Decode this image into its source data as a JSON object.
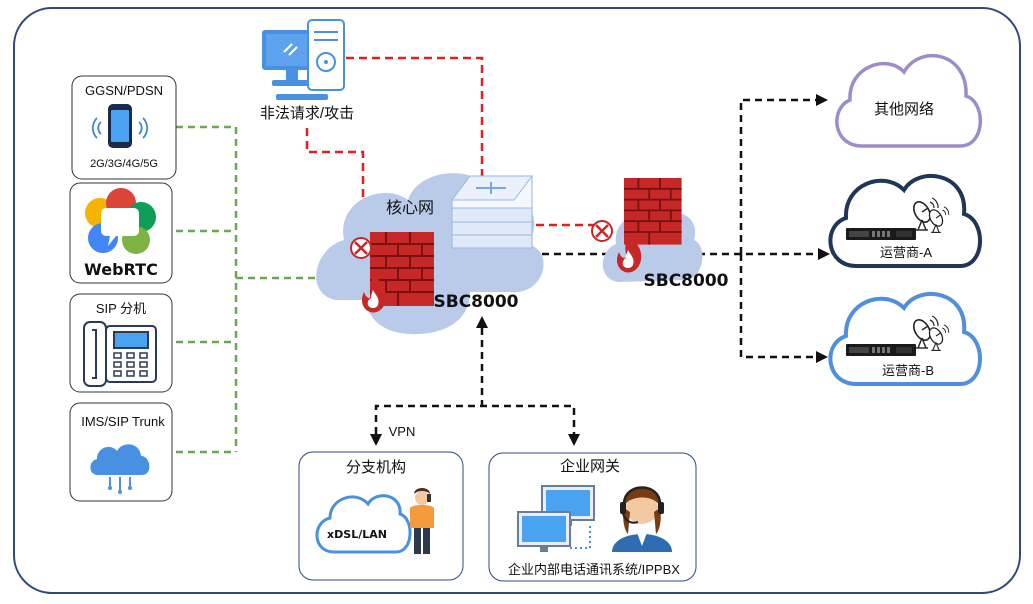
{
  "devices": {
    "mobile": {
      "title": "GGSN/PDSN",
      "caption": "2G/3G/4G/5G"
    },
    "webrtc": {
      "label": "WebRTC"
    },
    "sip_phone": {
      "title": "SIP 分机"
    },
    "trunk": {
      "title": "IMS/SIP Trunk"
    }
  },
  "attacker": {
    "label": "非法请求/攻击"
  },
  "core": {
    "label": "核心网",
    "sbc_label": "SBC8000"
  },
  "edge_sbc": {
    "label": "SBC8000"
  },
  "networks": {
    "other": "其他网络",
    "carrier_a": "运营商-A",
    "carrier_b": "运营商-B"
  },
  "vpn_label": "VPN",
  "branch": {
    "title": "分支机构",
    "cloud_label": "xDSL/LAN"
  },
  "enterprise": {
    "title": "企业网关",
    "caption": "企业内部电话通讯系统/IPPBX"
  },
  "colors": {
    "frame": "#2f4a7a",
    "green_link": "#6aa84f",
    "red_link": "#e02020",
    "black_link": "#111111",
    "core_cloud": "#b9cbe9",
    "firewall": "#c62828",
    "carrier_a_border": "#1f3658",
    "carrier_b_border": "#4f8fdc",
    "other_border": "#9d8cc9"
  }
}
